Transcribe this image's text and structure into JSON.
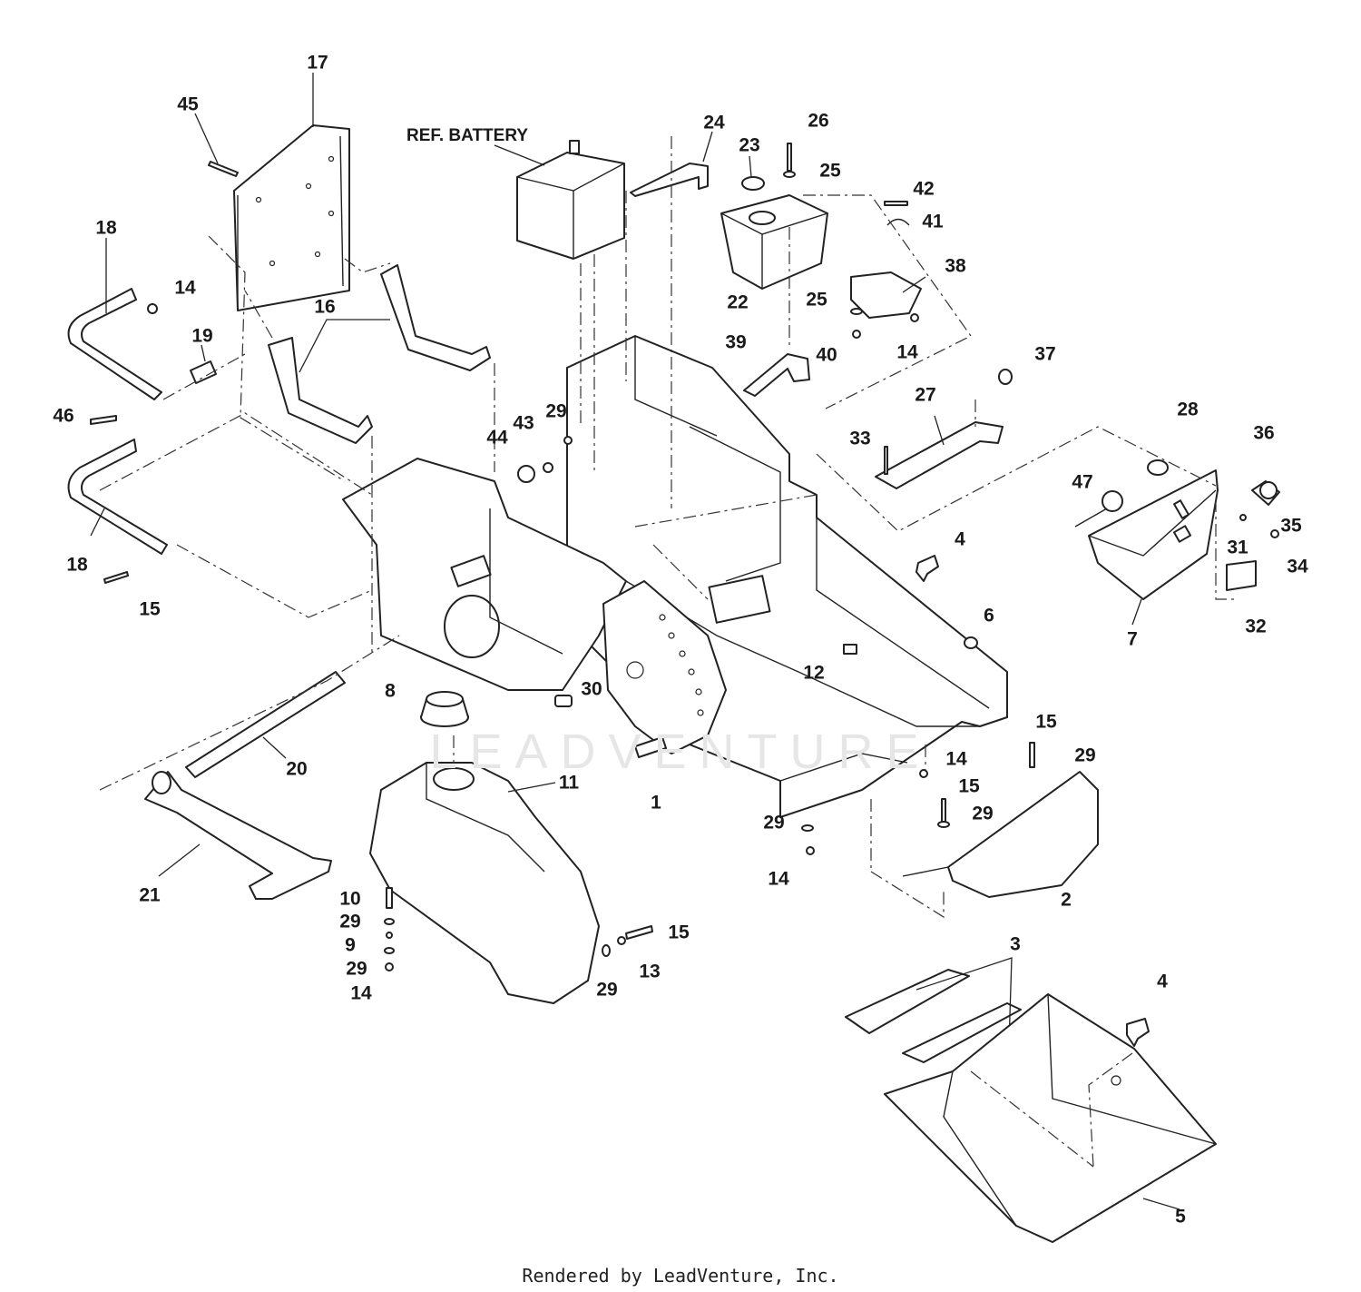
{
  "watermark": "LEADVENTURE",
  "footer": "Rendered by LeadVenture, Inc.",
  "reference_label": "REF. BATTERY",
  "callouts": [
    {
      "id": "c45",
      "label": "45"
    },
    {
      "id": "c17",
      "label": "17"
    },
    {
      "id": "c18a",
      "label": "18"
    },
    {
      "id": "c14a",
      "label": "14"
    },
    {
      "id": "c19",
      "label": "19"
    },
    {
      "id": "c16",
      "label": "16"
    },
    {
      "id": "c46",
      "label": "46"
    },
    {
      "id": "c18b",
      "label": "18"
    },
    {
      "id": "c15a",
      "label": "15"
    },
    {
      "id": "c24",
      "label": "24"
    },
    {
      "id": "c23",
      "label": "23"
    },
    {
      "id": "c26",
      "label": "26"
    },
    {
      "id": "c25a",
      "label": "25"
    },
    {
      "id": "c42",
      "label": "42"
    },
    {
      "id": "c41",
      "label": "41"
    },
    {
      "id": "c38",
      "label": "38"
    },
    {
      "id": "c22",
      "label": "22"
    },
    {
      "id": "c25b",
      "label": "25"
    },
    {
      "id": "c14b",
      "label": "14"
    },
    {
      "id": "c39",
      "label": "39"
    },
    {
      "id": "c40",
      "label": "40"
    },
    {
      "id": "c37",
      "label": "37"
    },
    {
      "id": "c27",
      "label": "27"
    },
    {
      "id": "c29a",
      "label": "29"
    },
    {
      "id": "c43",
      "label": "43"
    },
    {
      "id": "c44",
      "label": "44"
    },
    {
      "id": "c33",
      "label": "33"
    },
    {
      "id": "c28",
      "label": "28"
    },
    {
      "id": "c36",
      "label": "36"
    },
    {
      "id": "c47",
      "label": "47"
    },
    {
      "id": "c4a",
      "label": "4"
    },
    {
      "id": "c35",
      "label": "35"
    },
    {
      "id": "c31",
      "label": "31"
    },
    {
      "id": "c34",
      "label": "34"
    },
    {
      "id": "c6",
      "label": "6"
    },
    {
      "id": "c12",
      "label": "12"
    },
    {
      "id": "c7",
      "label": "7"
    },
    {
      "id": "c32",
      "label": "32"
    },
    {
      "id": "c30",
      "label": "30"
    },
    {
      "id": "c8",
      "label": "8"
    },
    {
      "id": "c15b",
      "label": "15"
    },
    {
      "id": "c29b",
      "label": "29"
    },
    {
      "id": "c14c",
      "label": "14"
    },
    {
      "id": "c20",
      "label": "20"
    },
    {
      "id": "c11",
      "label": "11"
    },
    {
      "id": "c15c",
      "label": "15"
    },
    {
      "id": "c1",
      "label": "1"
    },
    {
      "id": "c29c",
      "label": "29"
    },
    {
      "id": "c29d",
      "label": "29"
    },
    {
      "id": "c14d",
      "label": "14"
    },
    {
      "id": "c21",
      "label": "21"
    },
    {
      "id": "c2",
      "label": "2"
    },
    {
      "id": "c10",
      "label": "10"
    },
    {
      "id": "c29e",
      "label": "29"
    },
    {
      "id": "c15d",
      "label": "15"
    },
    {
      "id": "c9",
      "label": "9"
    },
    {
      "id": "c13",
      "label": "13"
    },
    {
      "id": "c29f",
      "label": "29"
    },
    {
      "id": "c14e",
      "label": "14"
    },
    {
      "id": "c29g",
      "label": "29"
    },
    {
      "id": "c3",
      "label": "3"
    },
    {
      "id": "c4b",
      "label": "4"
    },
    {
      "id": "c5",
      "label": "5"
    }
  ]
}
